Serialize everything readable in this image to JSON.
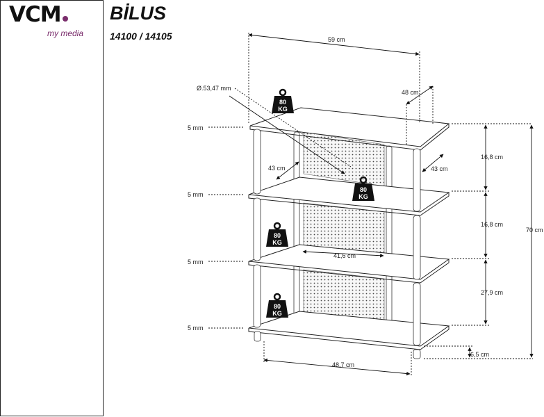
{
  "brand": {
    "logo_text": "VCM",
    "tagline": "my media"
  },
  "product": {
    "name": "BİLUS",
    "models": "14100 / 14105"
  },
  "dimensions": {
    "width_top": "59 cm",
    "depth_top": "48 cm",
    "diameter": "Ø.53,47 mm",
    "shelf_thickness": "5 mm",
    "depth_left": "43 cm",
    "depth_right": "43 cm",
    "inner_width": "41,6 cm",
    "height_1": "16,8 cm",
    "height_2": "16,8 cm",
    "height_3": "27,9 cm",
    "total_height": "70 cm",
    "foot_height": "6,5 cm",
    "bottom_width": "48,7 cm"
  },
  "load_badge": {
    "line1": "80",
    "line2": "KG"
  }
}
